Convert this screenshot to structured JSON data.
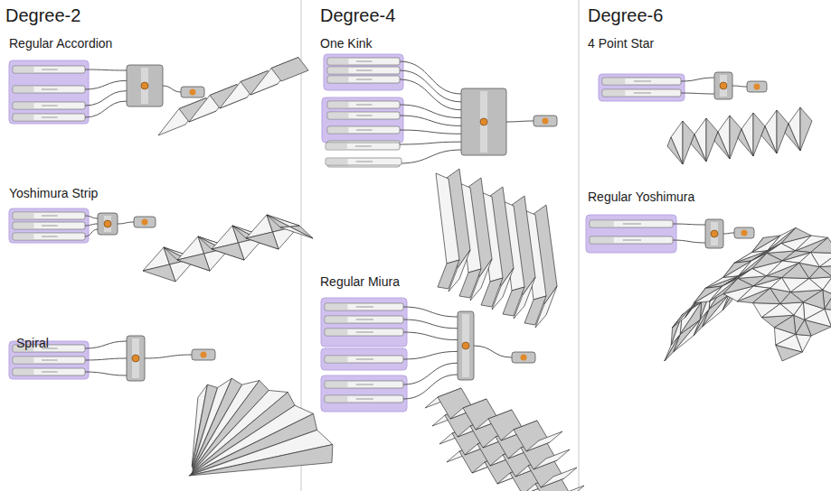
{
  "diagram": {
    "labels": [
      "Degree-2",
      "Regular Accordion",
      "Yoshimura Strip",
      "Spiral",
      "Degree-4",
      "One Kink",
      "Regular Miura",
      "Degree-6",
      "4 Point Star",
      "Regular Yoshimura"
    ]
  }
}
